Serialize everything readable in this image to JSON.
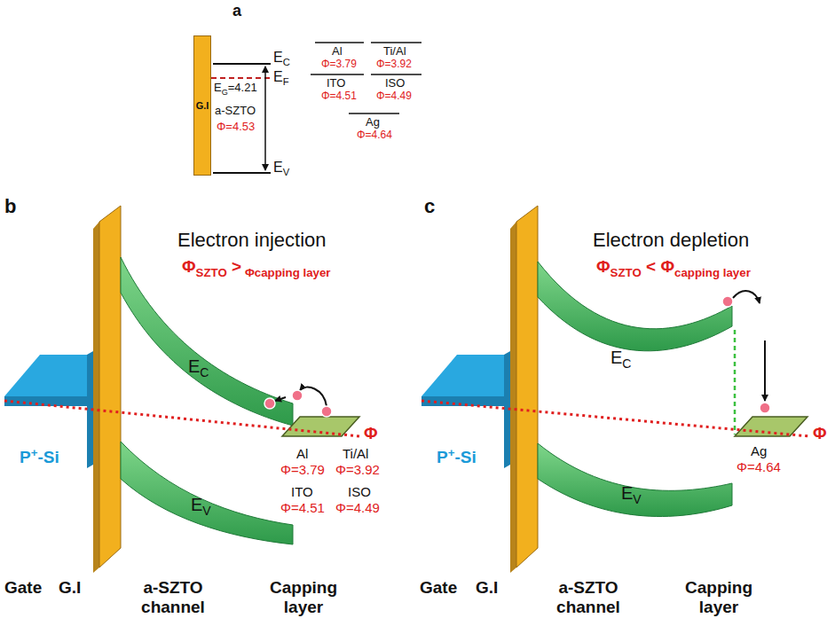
{
  "diagram": {
    "nodes": [
      {
        "text": [
          "G.I"
        ]
      }
    ],
    "labels": [
      "a",
      "EC",
      "EF",
      "EG=4.21",
      "a-SZTO",
      "Φ=4.53",
      "EV",
      "Al",
      "Φ=3.79",
      "Ti/Al",
      "Φ=3.92",
      "ITO",
      "Φ=4.51",
      "ISO",
      "Φ=4.49",
      "Ag",
      "Φ=4.64",
      "b",
      "Electron injection",
      "ΦSZTO > Φcapping layer",
      "EC",
      "EV",
      "P+-Si",
      "Φ",
      "Al",
      "Ti/Al",
      "Φ=3.79",
      "Φ=3.92",
      "ITO",
      "ISO",
      "Φ=4.51",
      "Φ=4.49",
      "Gate",
      "G.I",
      "a-SZTO channel",
      "Capping layer",
      "c",
      "Electron depletion",
      "ΦSZTO < Φcapping layer",
      "EC",
      "EV",
      "P+-Si",
      "Φ",
      "Ag",
      "Φ=4.64",
      "Gate",
      "G.I",
      "a-SZTO channel",
      "Capping layer"
    ]
  }
}
